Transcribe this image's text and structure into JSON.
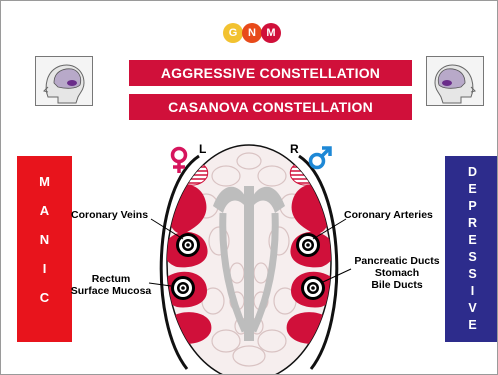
{
  "logo": {
    "letters": [
      "G",
      "N",
      "M"
    ],
    "colors": [
      "#f2c230",
      "#e84a1a",
      "#d0103a"
    ]
  },
  "banners": {
    "top": "AGGRESSIVE CONSTELLATION",
    "bottom": "CASANOVA CONSTELLATION"
  },
  "left_box": {
    "letters": [
      "M",
      "A",
      "N",
      "I",
      "C"
    ],
    "color": "#e8141c"
  },
  "right_box": {
    "letters": [
      "D",
      "E",
      "P",
      "R",
      "E",
      "S",
      "S",
      "I",
      "V",
      "E"
    ],
    "color": "#2d2c8c"
  },
  "side_marks": {
    "left": "L",
    "right": "R"
  },
  "labels": {
    "coronary_veins": "Coronary Veins",
    "coronary_arteries": "Coronary Arteries",
    "rectum": [
      "Rectum",
      "Surface Mucosa"
    ],
    "pancreatic": [
      "Pancreatic Ducts",
      "Stomach",
      "Bile Ducts"
    ]
  },
  "colors": {
    "red": "#d0103a",
    "female": "#d6155d",
    "male": "#1e88d6"
  }
}
